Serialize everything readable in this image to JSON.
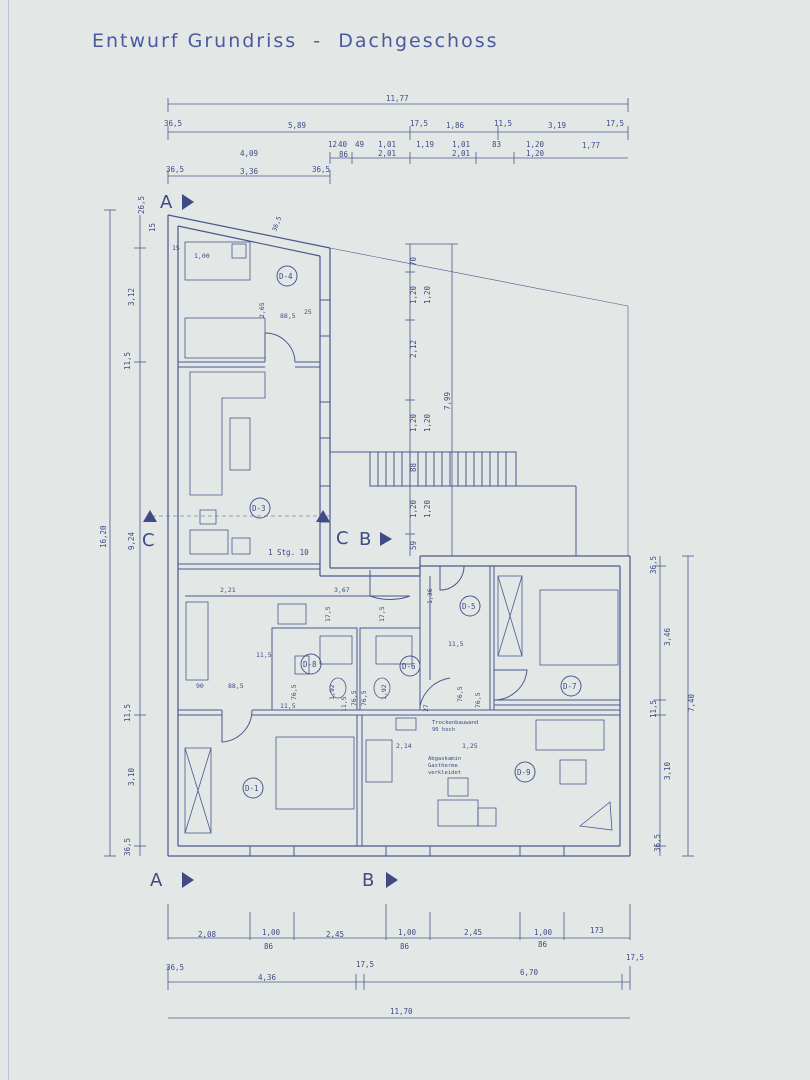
{
  "title": "Entwurf Grundriss  -  Dachgeschoss",
  "section_marks": {
    "a": "A",
    "b": "B",
    "c": "C"
  },
  "rooms": [
    "D-1",
    "D-3",
    "D-4",
    "D-5",
    "D-6",
    "D-7",
    "D-8",
    "D-9"
  ],
  "stair_note": "1 Stg. 10",
  "annotations": {
    "dryer_line1": "Trockenbauwand",
    "dryer_line2": "90 hoch",
    "boiler_line1": "Abgaskamin",
    "boiler_line2": "Gastherme",
    "boiler_line3": "verkleidet"
  },
  "dims_top": {
    "overall": "11,77",
    "row1": [
      "36,5",
      "5,89",
      "17,5",
      "1,86",
      "11,5",
      "3,19",
      "17,5"
    ],
    "row2_upper": [
      "4,09",
      "12",
      "40",
      "49",
      "1,01",
      "1,19",
      "1,01",
      "83",
      "1,20",
      "1,77"
    ],
    "row2_lower": [
      "86",
      "2,01",
      "2,01",
      "1,20"
    ],
    "row3": [
      "36,5",
      "3,36",
      "36,5"
    ]
  },
  "dims_left": [
    "26,5",
    "15",
    "3,12",
    "11,5",
    "9,24",
    "16,20",
    "11,5",
    "3,10",
    "36,5"
  ],
  "dims_stair": [
    "70",
    "1,20",
    "1,20",
    "2,12",
    "7,99",
    "1,20",
    "1,20",
    "88",
    "1,20",
    "1,20",
    "59"
  ],
  "dims_right": [
    "36,5",
    "3,46",
    "11,5",
    "3,10",
    "36,5",
    "7,40"
  ],
  "dims_bottom": {
    "row1": [
      "2,08",
      "1,00",
      "2,45",
      "1,00",
      "2,45",
      "1,00",
      "173"
    ],
    "row1_sub": [
      "86",
      "86",
      "86"
    ],
    "row2": [
      "36,5",
      "4,36",
      "17,5",
      "6,70",
      "17,5"
    ],
    "overall": "11,70"
  },
  "dims_interior": [
    "1,00",
    "2,65",
    "88,5",
    "25",
    "36,5",
    "15",
    "2,21",
    "3,67",
    "17,5",
    "17,5",
    "11,5",
    "1,92",
    "1,92",
    "11,5",
    "1,36",
    "90",
    "88,5",
    "76,5",
    "76,5",
    "76,5",
    "11,5",
    "11,5",
    "2,14",
    "1,25",
    "27",
    "76,5",
    "76,5"
  ]
}
